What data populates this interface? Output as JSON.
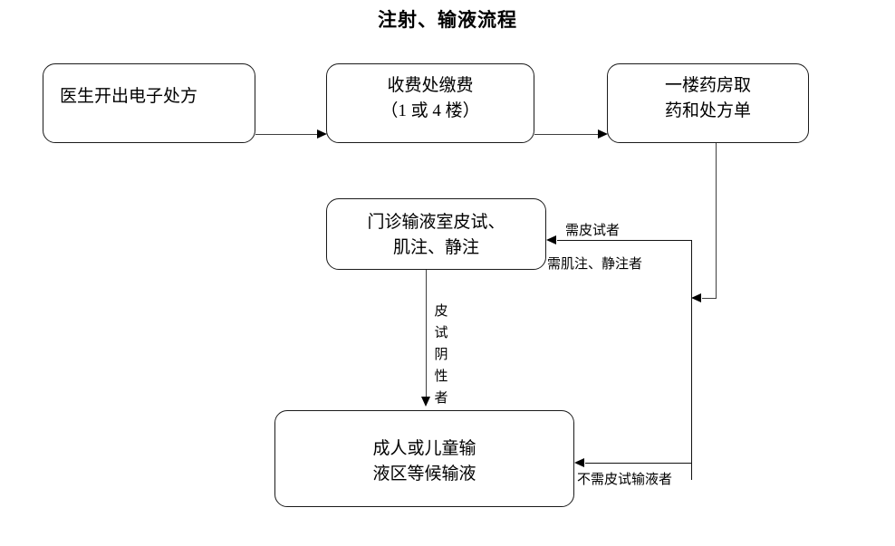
{
  "title": "注射、输液流程",
  "nodes": {
    "prescription": {
      "label": "医生开出电子处方"
    },
    "payment": {
      "label": "收费处缴费\n（1 或 4 楼）"
    },
    "pharmacy": {
      "label": "一楼药房取\n药和处方单"
    },
    "injection_room": {
      "label": "门诊输液室皮试、\n肌注、静注"
    },
    "waiting_area": {
      "label": "成人或儿童输\n液区等候输液"
    }
  },
  "edge_labels": {
    "skin_test_required": "需皮试者",
    "im_iv_required": "需肌注、静注者",
    "skin_test_negative": "皮试阴性者",
    "no_skin_test_needed": "不需皮试输液者"
  },
  "colors": {
    "background": "#ffffff",
    "box_border": "#1a1a1a",
    "connector": "#3f3f3f",
    "text": "#000000"
  }
}
